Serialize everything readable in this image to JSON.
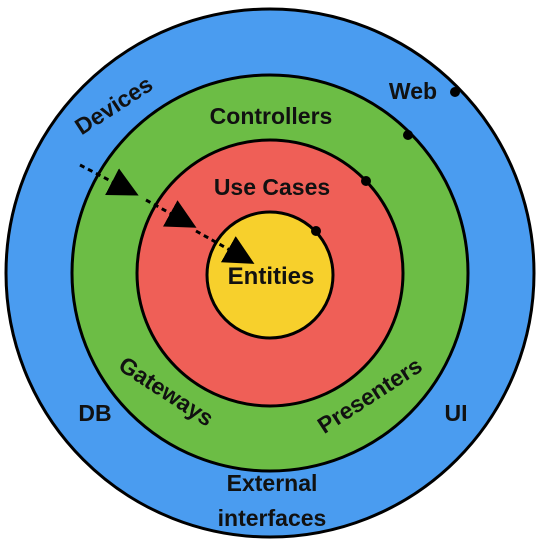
{
  "colors": {
    "outer": "#4a9cf0",
    "adapters": "#6cbd45",
    "usecases": "#ef5f57",
    "entities": "#f7d02c",
    "outline": "#000000"
  },
  "rings": {
    "outer": {
      "labels": {
        "devices": "Devices",
        "web": "Web",
        "db": "DB",
        "ui": "UI",
        "external_line1": "External",
        "external_line2": "interfaces"
      }
    },
    "adapters": {
      "labels": {
        "controllers": "Controllers",
        "gateways": "Gateways",
        "presenters": "Presenters"
      }
    },
    "usecases": {
      "labels": {
        "use_cases": "Use Cases"
      }
    },
    "entities": {
      "labels": {
        "entities": "Entities"
      }
    }
  },
  "dependency_arrows": {
    "count": 3,
    "direction": "inward"
  }
}
